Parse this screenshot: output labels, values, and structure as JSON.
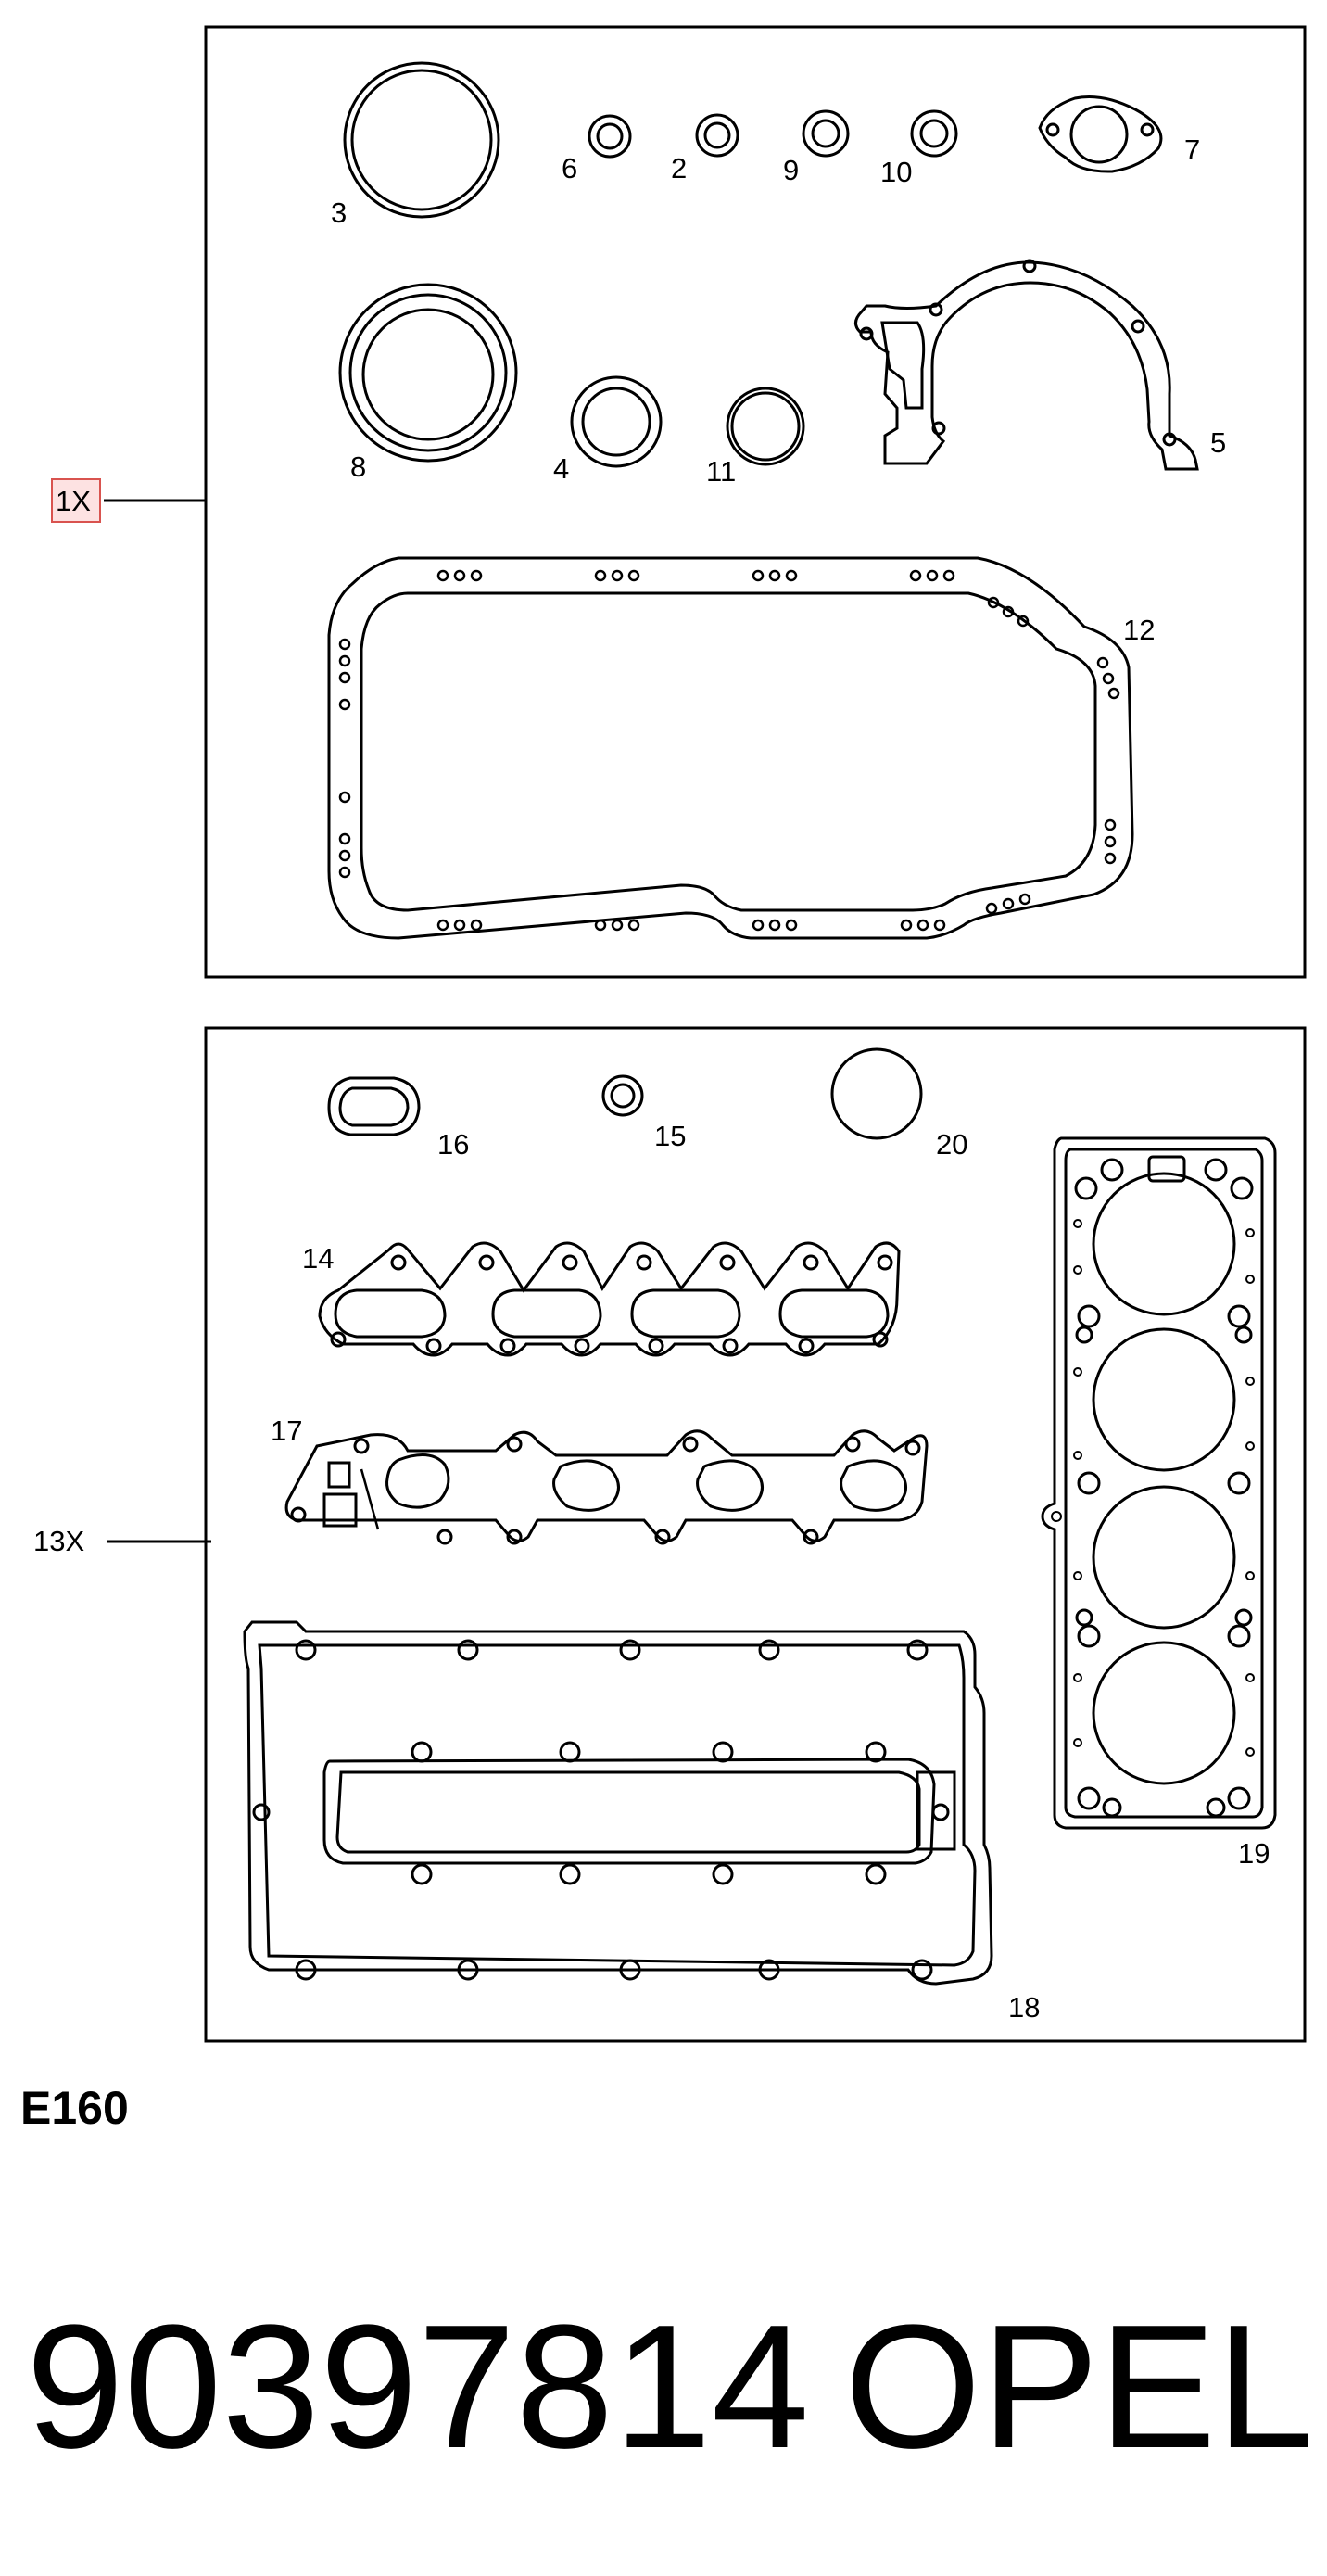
{
  "groups": [
    {
      "qty_label": "1X",
      "highlighted": true
    },
    {
      "qty_label": "13X",
      "highlighted": false
    }
  ],
  "parts": {
    "p2": "2",
    "p3": "3",
    "p4": "4",
    "p5": "5",
    "p6": "6",
    "p7": "7",
    "p8": "8",
    "p9": "9",
    "p10": "10",
    "p11": "11",
    "p12": "12",
    "p14": "14",
    "p15": "15",
    "p16": "16",
    "p17": "17",
    "p18": "18",
    "p19": "19",
    "p20": "20"
  },
  "kit_code": "E160",
  "footer": {
    "part_number": "90397814",
    "brand": "OPEL"
  },
  "colors": {
    "line": "#000000",
    "highlight_border": "#d9534f",
    "highlight_fill": "#fde2e2"
  }
}
